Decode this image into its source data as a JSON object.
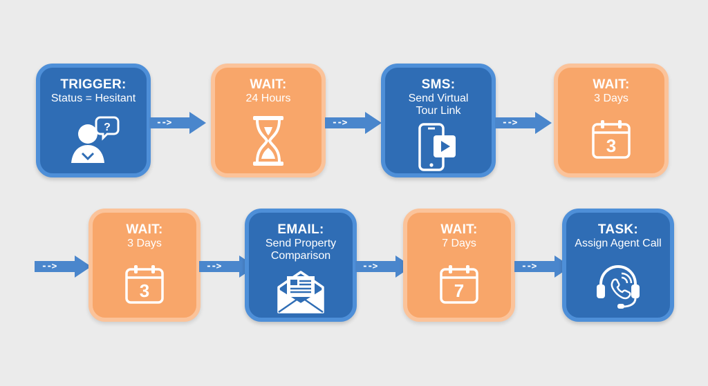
{
  "nodes": [
    {
      "title": "TRIGGER:",
      "subtitle": "Status = Hesitant",
      "color": "#2f6db5",
      "icon": "person-question-icon"
    },
    {
      "title": "WAIT:",
      "subtitle": "24 Hours",
      "color": "#f8a66a",
      "icon": "hourglass-icon"
    },
    {
      "title": "SMS:",
      "subtitle": "Send Virtual Tour Link",
      "color": "#2f6db5",
      "icon": "phone-video-icon"
    },
    {
      "title": "WAIT:",
      "subtitle": "3 Days",
      "color": "#f8a66a",
      "icon": "calendar-icon",
      "badge": "3"
    },
    {
      "title": "WAIT:",
      "subtitle": "3 Days",
      "color": "#f8a66a",
      "icon": "calendar-icon",
      "badge": "3"
    },
    {
      "title": "EMAIL:",
      "subtitle": "Send Property Comparison",
      "color": "#2f6db5",
      "icon": "envelope-document-icon"
    },
    {
      "title": "WAIT:",
      "subtitle": "7 Days",
      "color": "#f8a66a",
      "icon": "calendar-icon",
      "badge": "7"
    },
    {
      "title": "TASK:",
      "subtitle": "Assign Agent Call",
      "color": "#2f6db5",
      "icon": "headset-phone-icon"
    }
  ],
  "arrows": [
    "-->",
    "-->",
    "-->",
    "-->",
    "-->",
    "-->",
    "-->"
  ],
  "colors": {
    "blue": "#2f6db5",
    "orange": "#f8a66a",
    "arrow": "#4a86cc",
    "background": "#ebebeb"
  }
}
